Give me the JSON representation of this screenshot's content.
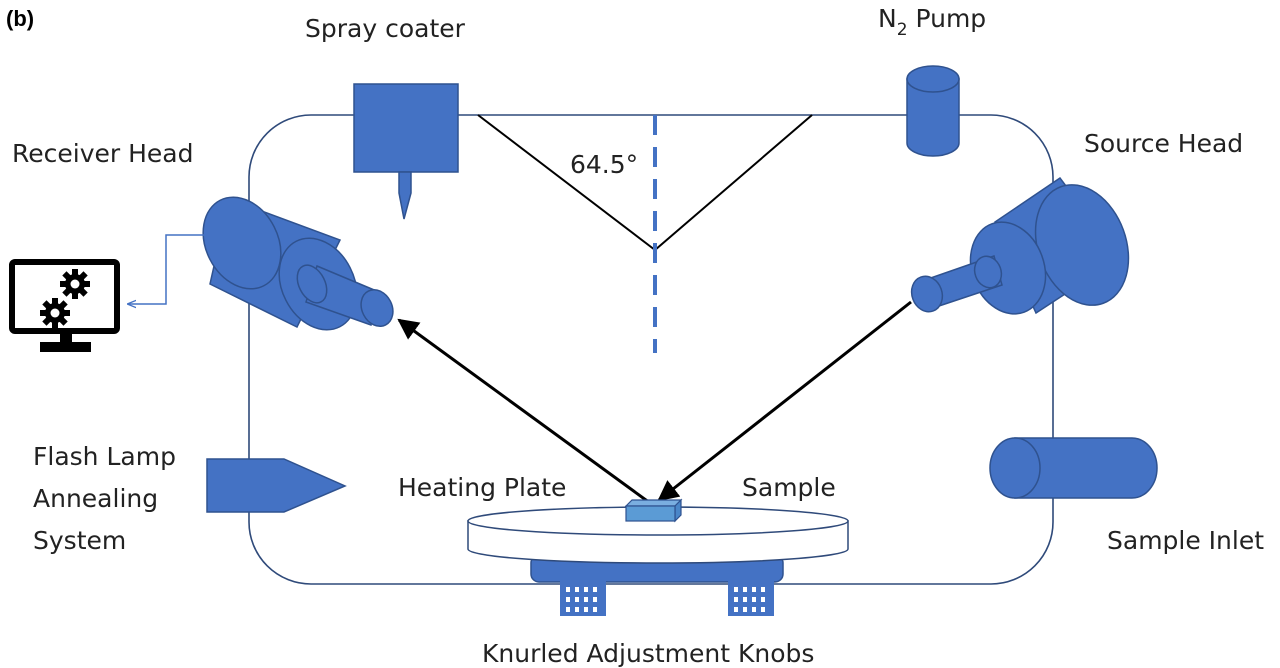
{
  "panel_label": "(b)",
  "labels": {
    "spray_coater": "Spray coater",
    "n2_pump": "N",
    "n2_pump_subscript": "2",
    "n2_pump_suffix": " Pump",
    "receiver_head": "Receiver Head",
    "source_head": "Source Head",
    "angle": "64.5°",
    "flash_lamp": "Flash Lamp\nAnnealing\nSystem",
    "heating_plate": "Heating Plate",
    "sample": "Sample",
    "sample_inlet": "Sample Inlet",
    "knobs": "Knurled Adjustment Knobs"
  },
  "colors": {
    "component_fill": "#4472c4",
    "component_stroke": "#2f528f",
    "sample_fill": "#5b9bd5",
    "chamber_line": "#2f4a7a",
    "beam": "#000000",
    "normal_dashed": "#4472c4",
    "monitor": "#000000"
  },
  "icons": {
    "monitor": "computer-monitor-gears-icon"
  }
}
